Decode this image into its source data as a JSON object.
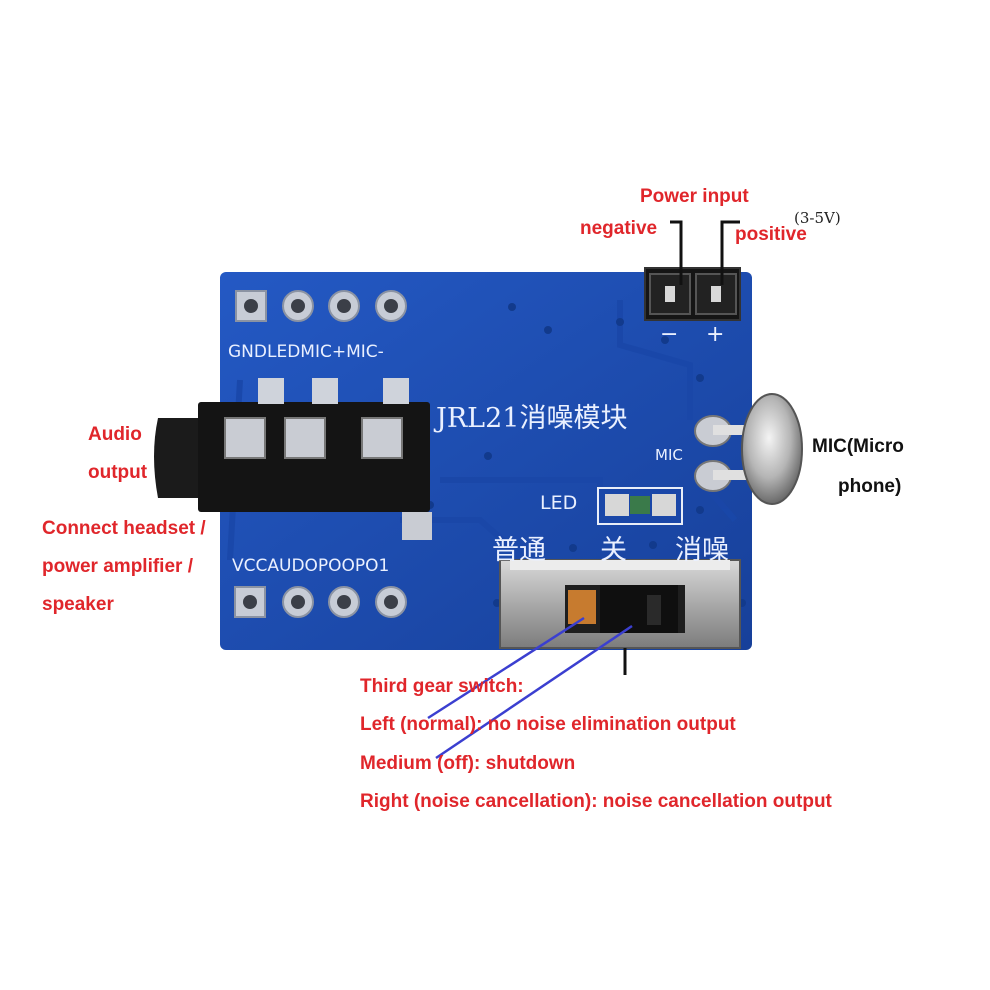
{
  "board": {
    "pin_header_top": "GNDLEDMIC+MIC-",
    "pin_header_bottom": "VCCAUDOPOOPO1",
    "module_title": "JRL21消噪模块",
    "mic_silk": "MIC",
    "led_silk": "LED",
    "pos_mark": "+",
    "neg_mark": "−",
    "mode_normal": "普通",
    "mode_off": "关",
    "mode_nc": "消噪"
  },
  "labels": {
    "power_input": "Power input",
    "negative": "negative",
    "positive": "positive",
    "voltage": "(3-5V)",
    "audio_output_1": "Audio",
    "audio_output_2": "output",
    "connect_1": "Connect headset /",
    "connect_2": "power amplifier /",
    "connect_3": "speaker",
    "mic_1": "MIC(Micro",
    "mic_2": "phone)",
    "switch_title": "Third gear switch:",
    "switch_left": "Left (normal): no noise elimination output",
    "switch_medium": "Medium (off): shutdown",
    "switch_right": "Right (noise cancellation): noise cancellation output"
  },
  "colors": {
    "pcb": "#1d4fb3",
    "label_red": "#e0262b",
    "arrow_blue": "#3b3fd0"
  }
}
